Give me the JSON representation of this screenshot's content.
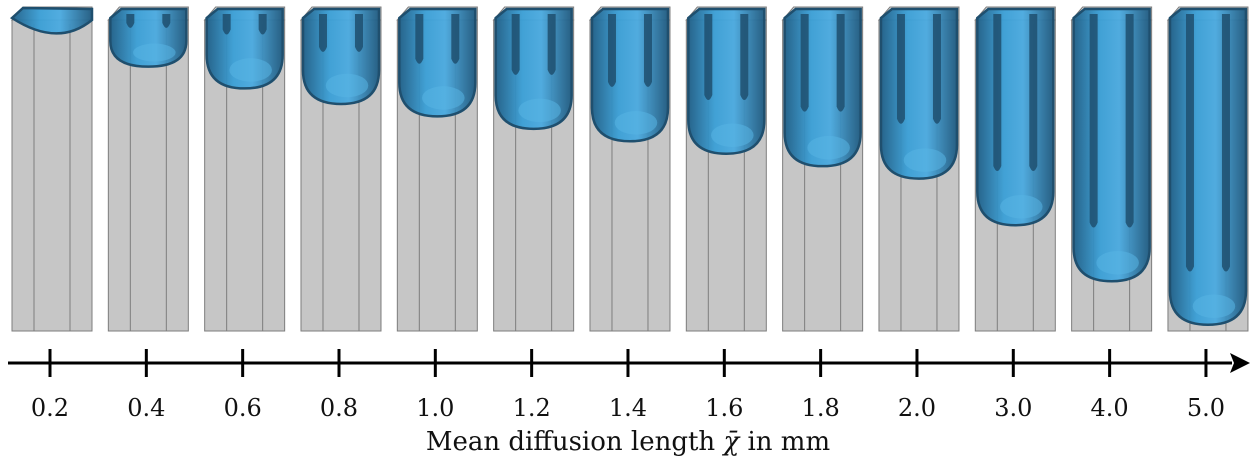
{
  "figure": {
    "axis_title": "Mean diffusion length",
    "axis_symbol": "χ̄",
    "axis_unit": "in mm"
  },
  "colors": {
    "column_fill": "#c6c6c6",
    "column_top": "#dddddd",
    "column_edge": "#7d7d7d",
    "melt_blue": "#2f8fc7",
    "melt_light": "#58b4e4",
    "melt_dark": "#1f4f6e",
    "axis": "#000000"
  },
  "icons": {
    "axis_arrowhead": "arrow-right-icon"
  },
  "columns": [
    {
      "label": "0.2",
      "depth": 0.07,
      "wall": 0.0
    },
    {
      "label": "0.4",
      "depth": 0.15,
      "wall": 0.05
    },
    {
      "label": "0.6",
      "depth": 0.22,
      "wall": 0.35
    },
    {
      "label": "0.8",
      "depth": 0.27,
      "wall": 0.55
    },
    {
      "label": "1.0",
      "depth": 0.31,
      "wall": 0.62
    },
    {
      "label": "1.2",
      "depth": 0.35,
      "wall": 0.66
    },
    {
      "label": "1.4",
      "depth": 0.39,
      "wall": 0.7
    },
    {
      "label": "1.6",
      "depth": 0.43,
      "wall": 0.74
    },
    {
      "label": "1.8",
      "depth": 0.47,
      "wall": 0.76
    },
    {
      "label": "2.0",
      "depth": 0.51,
      "wall": 0.78
    },
    {
      "label": "3.0",
      "depth": 0.66,
      "wall": 0.84
    },
    {
      "label": "4.0",
      "depth": 0.84,
      "wall": 0.88
    },
    {
      "label": "5.0",
      "depth": 0.98,
      "wall": 0.9
    }
  ]
}
